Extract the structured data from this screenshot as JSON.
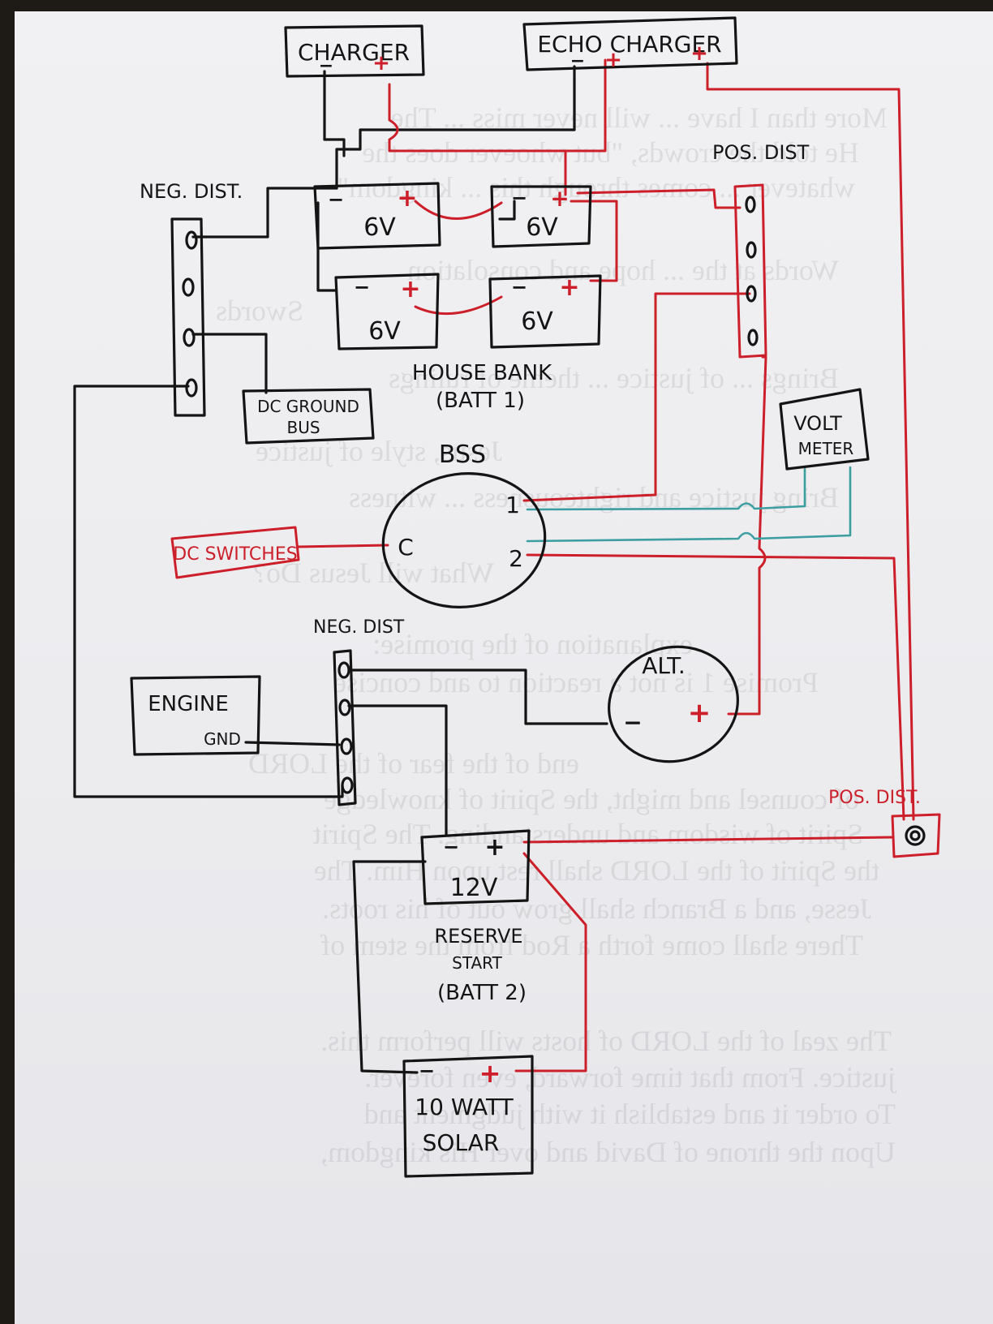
{
  "labels": {
    "charger": "CHARGER",
    "echo_charger": "ECHO CHARGER",
    "neg_dist_top": "NEG. DIST.",
    "pos_dist_top": "POS. DIST",
    "battery_6v": "6V",
    "house_bank_title": "HOUSE BANK",
    "house_bank_subtitle": "(BATT 1)",
    "dc_ground_bus_line1": "DC GROUND",
    "dc_ground_bus_line2": "BUS",
    "bss": "BSS",
    "bss_terminal_1": "1",
    "bss_terminal_2": "2",
    "bss_terminal_c": "C",
    "dc_switches": "DC SWITCHES",
    "volt_meter_line1": "VOLT",
    "volt_meter_line2": "METER",
    "neg_dist_bottom": "NEG. DIST",
    "alt": "ALT.",
    "engine": "ENGINE",
    "gnd": "GND",
    "pos_dist_bottom": "POS. DIST.",
    "battery_12v": "12V",
    "reserve_line1": "RESERVE",
    "reserve_line2": "START",
    "reserve_line3": "(BATT 2)",
    "solar_line1": "10 WATT",
    "solar_line2": "SOLAR"
  },
  "symbols": {
    "positive": "+",
    "negative": "−"
  },
  "colors": {
    "ink": "#141414",
    "positive_wire": "#cc1f2a",
    "meter_wire": "#3c9ea1",
    "paper": "#efeff1",
    "background": "#1e1a16"
  },
  "show_through_text": [
    "More than I have ... will never miss ... The",
    "He told the crowds, \"but whoever does the",
    "whatever ... comes through this ... kingdom\"",
    "Words at the ... hope and consolation",
    "Swords",
    "Brings ... of justice ... theme of rulings",
    "Jesus, style of justice",
    "Bring justice and righteousness ... witness",
    "What will Jesus Do?",
    "explanation of the promise:",
    "Promise 1 is not a reaction to and concise",
    "end of the fear of the LORD",
    "of counsel and might, the Spirit of knowledge",
    "Spirit of wisdom and understanding. The Spirit",
    "the Spirit of the LORD shall rest upon Him. The",
    "Jesse, and a Branch shall grow out of his roots.",
    "There shall come forth a Rod from the stem of",
    "The zeal of the LORD of hosts will perform this.",
    "justice. From that time forward, even forever.",
    "To order it and establish it with judgment and",
    "Upon the throne of David and over His kingdom,"
  ]
}
